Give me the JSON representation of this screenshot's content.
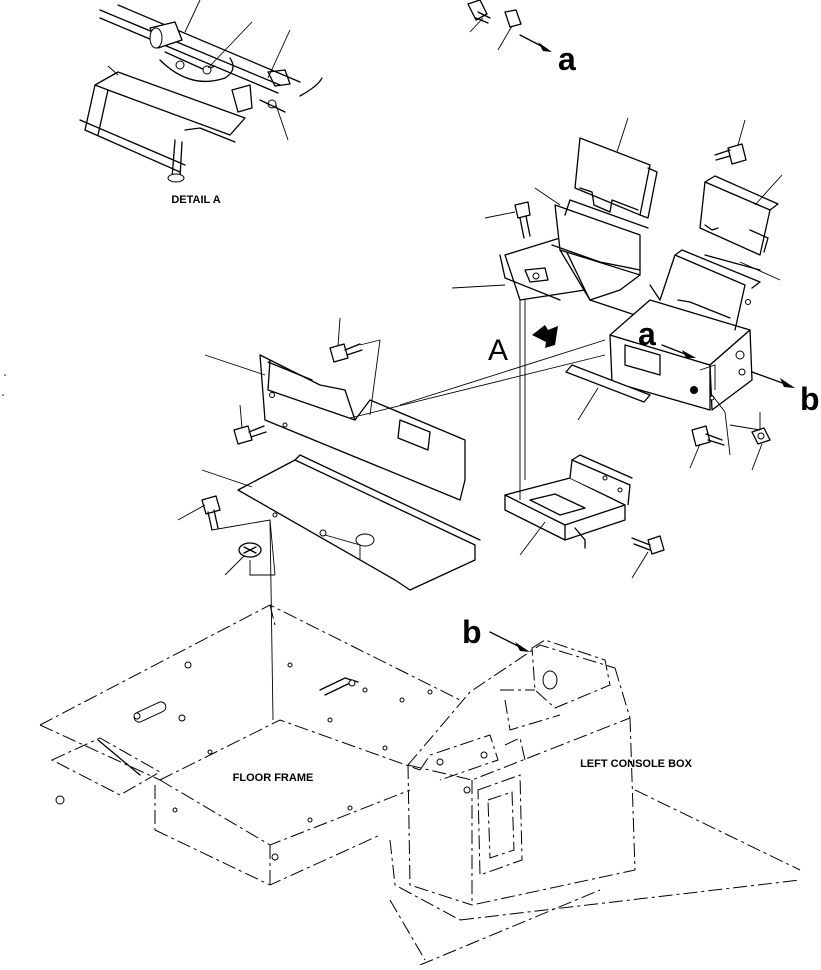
{
  "labels": {
    "detail": "DETAIL A",
    "floor_frame": "FLOOR FRAME",
    "left_console_box": "LEFT CONSOLE BOX",
    "view_letter": "A",
    "ref_a_top": "a",
    "ref_a_box": "a",
    "ref_b_right": "b",
    "ref_b_console": "b"
  }
}
